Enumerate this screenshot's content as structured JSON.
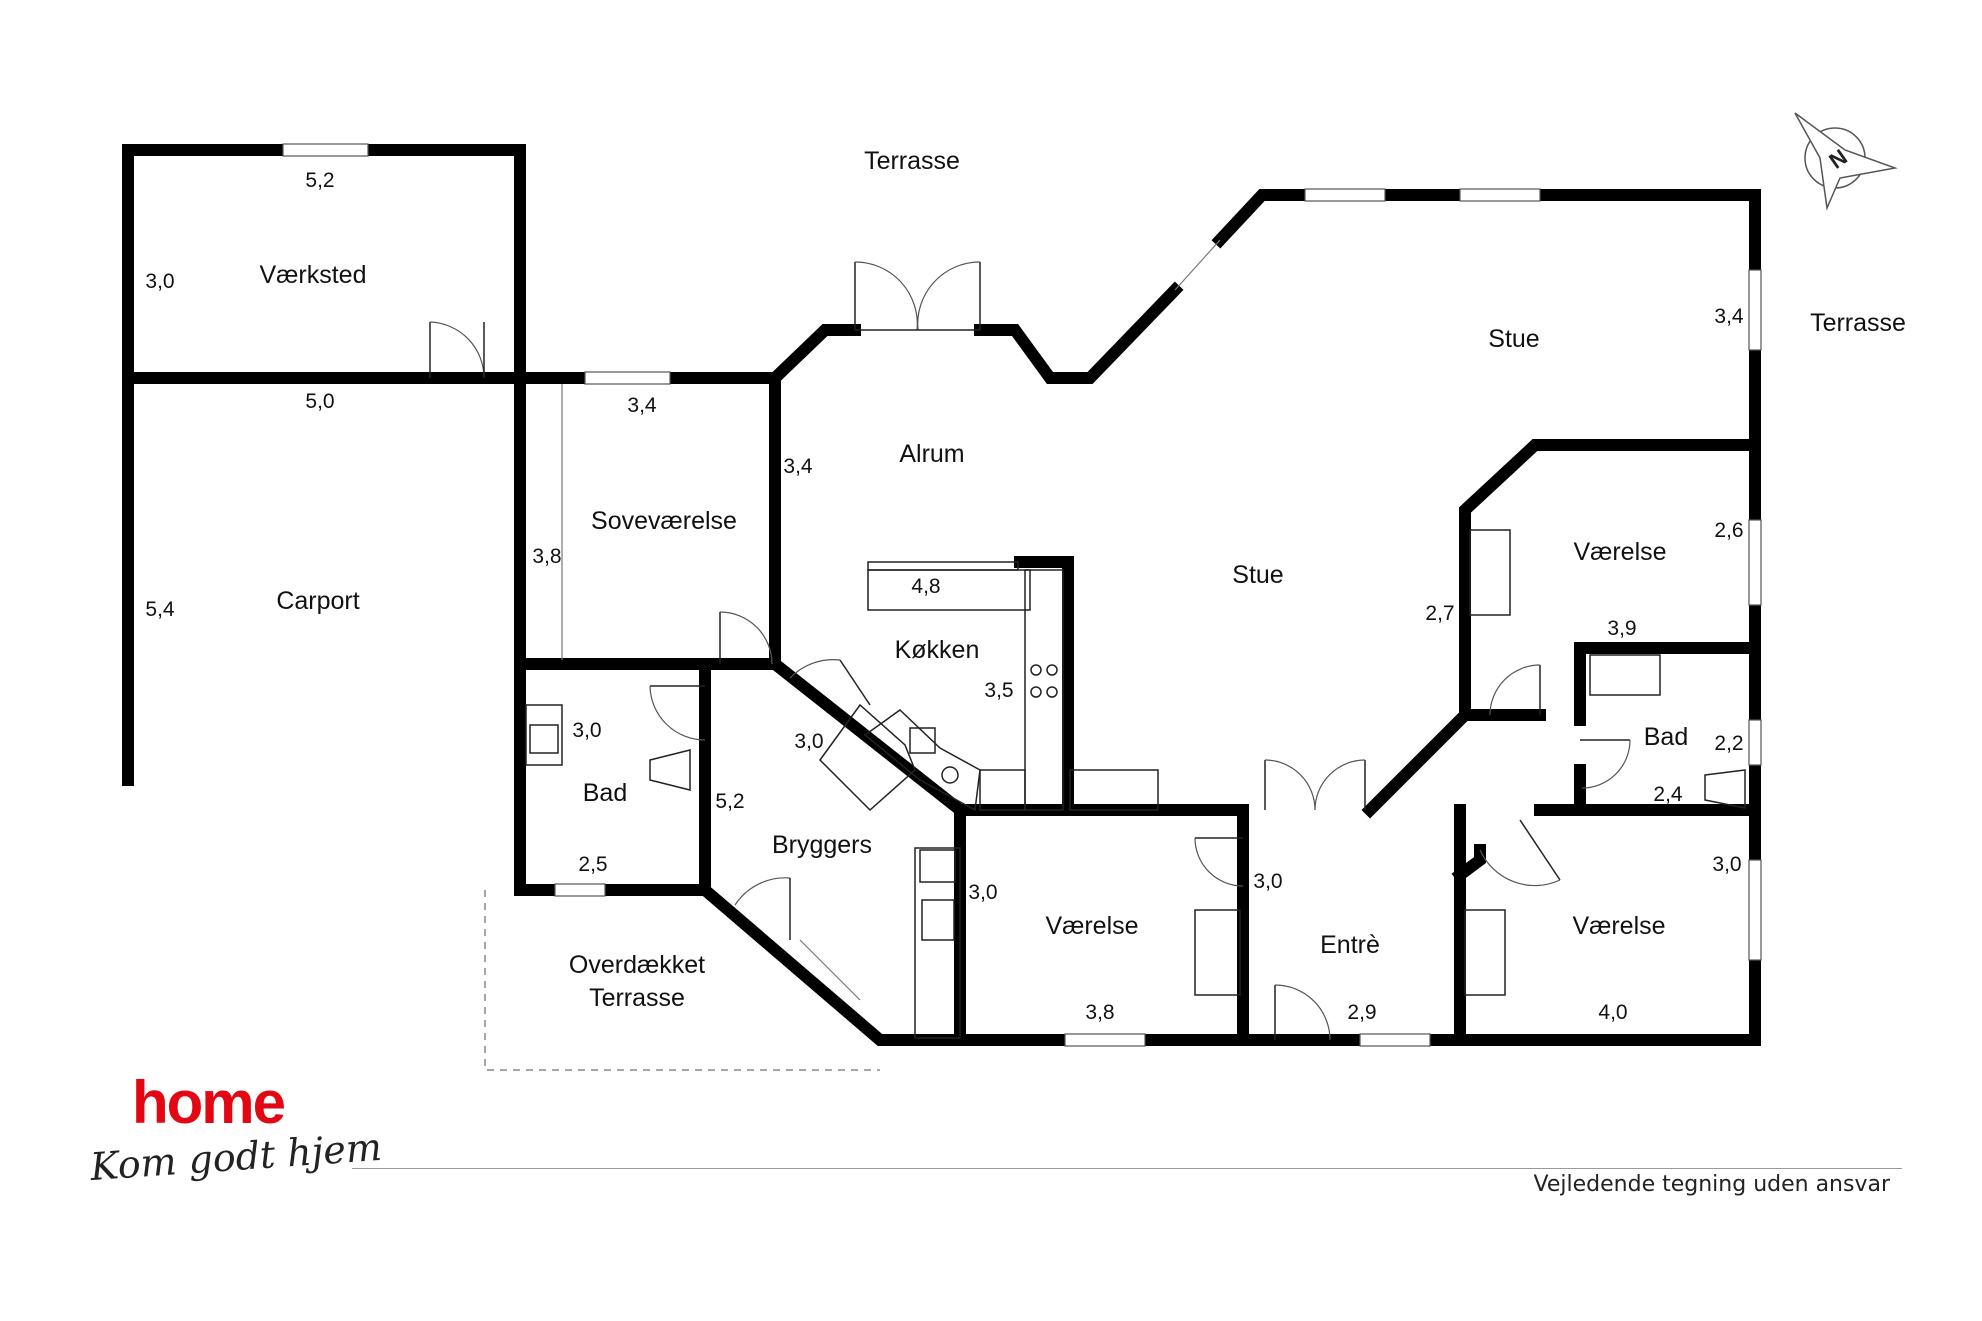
{
  "rooms": {
    "terrasse_top": "Terrasse",
    "terrasse_right": "Terrasse",
    "vaerksted": "Værksted",
    "carport": "Carport",
    "sovevaerelse": "Soveværelse",
    "alrum": "Alrum",
    "stue_top": "Stue",
    "stue_center": "Stue",
    "koekken": "Køkken",
    "vaerelse_right": "Værelse",
    "bad_left": "Bad",
    "bad_right": "Bad",
    "bryggers": "Bryggers",
    "vaerelse_bottom_mid": "Værelse",
    "entre": "Entrè",
    "vaerelse_bottom_right": "Værelse",
    "overdaekket_line1": "Overdækket",
    "overdaekket_line2": "Terrasse"
  },
  "dimensions": {
    "vaerksted_width": "5,2",
    "vaerksted_depth": "3,0",
    "carport_width": "5,0",
    "carport_depth": "5,4",
    "sove_width": "3,4",
    "sove_depth": "3,8",
    "alrum_depth": "3,4",
    "stue_right": "3,4",
    "koekken_width": "4,8",
    "koekken_depth": "3,5",
    "vaerelse_right_depth": "2,6",
    "vaerelse_right_left": "2,7",
    "bad_right_width": "3,9",
    "bad_right_depth": "2,2",
    "bad_right_bottom": "2,4",
    "bad_left_depth": "3,0",
    "bad_left_width": "2,5",
    "bryggers_diag": "3,0",
    "bryggers_depth": "5,2",
    "bryggers_right": "3,0",
    "vaerelse_mid_width": "3,8",
    "entre_depth": "3,0",
    "entre_width": "2,9",
    "vaerelse_br_depth": "3,0",
    "vaerelse_br_width": "4,0"
  },
  "compass": {
    "label": "N"
  },
  "branding": {
    "logo": "home",
    "slogan": "Kom godt hjem",
    "disclaimer": "Vejledende tegning uden ansvar",
    "accent_color": "#e30613"
  }
}
